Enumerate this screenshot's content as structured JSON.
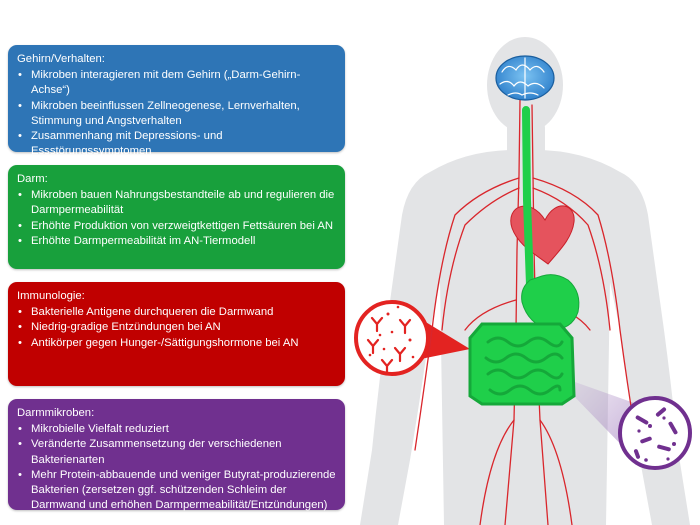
{
  "boxes": {
    "brain": {
      "title": "Gehirn/Verhalten:",
      "items": [
        "Mikroben interagieren mit dem Gehirn („Darm-Gehirn-Achse“)",
        "Mikroben beeinflussen Zellneogenese, Lernverhalten, Stimmung und Angstverhalten",
        "Zusammenhang mit Depressions- und Essstörungssymptomen"
      ],
      "color": "#2e75b6"
    },
    "gut": {
      "title": "Darm:",
      "items": [
        "Mikroben bauen Nahrungsbestandteile ab und regulieren die Darmpermeabilität",
        "Erhöhte Produktion von verzweigtkettigen Fettsäuren bei AN",
        "Erhöhte Darmpermeabilität im AN-Tiermodell"
      ],
      "color": "#18a03c"
    },
    "immunology": {
      "title": "Immunologie:",
      "items": [
        "Bakterielle Antigene durchqueren die Darmwand",
        "Niedrig-gradige Entzündungen bei AN",
        "Antikörper gegen Hunger-/Sättigungshormone bei AN"
      ],
      "color": "#c00000"
    },
    "microbes": {
      "title": "Darmmikroben:",
      "items": [
        "Mikrobielle Vielfalt reduziert",
        "Veränderte Zusammensetzung der verschiedenen Bakterienarten",
        "Mehr Protein-abbauende und weniger Butyrat-produzierende Bakterien (zersetzen ggf. schützenden Schleim der Darmwand und erhöhen Darmpermeabilität/Entzündungen)"
      ],
      "color": "#70308f"
    }
  },
  "illustration": {
    "brain_icon": "brain-icon",
    "heart_icon": "heart-icon",
    "stomach_icon": "stomach-icon",
    "intestine_icon": "intestine-icon",
    "antigen_icon": "antigen-bubble-icon",
    "bacteria_icon": "bacteria-bubble-icon",
    "colors": {
      "silhouette": "#e3e4e6",
      "vessels": "#d9262c",
      "digestive": "#1fcf4a",
      "brain": "#3a8fd8"
    }
  }
}
